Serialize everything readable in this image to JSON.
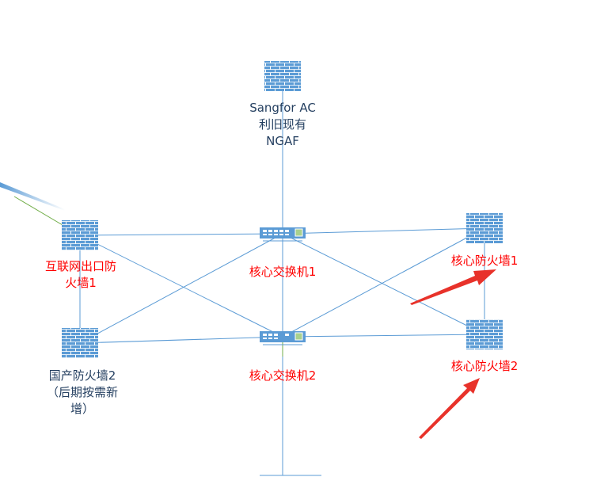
{
  "colors": {
    "link": "#5b9bd5",
    "label_red": "#ff0000",
    "label_dark": "#243f60",
    "arrow": "#e8322a",
    "uplink_green": "#70ad47"
  },
  "nodes": {
    "ac": {
      "icon": "firewall-icon",
      "lines": [
        "Sangfor AC",
        "利旧现有",
        "NGAF"
      ]
    },
    "internet_fw": {
      "icon": "firewall-icon",
      "lines": [
        "互联网出口防",
        "火墙1"
      ]
    },
    "domestic_fw": {
      "icon": "firewall-icon",
      "lines": [
        "国产防火墙2",
        "（后期按需新",
        "增）"
      ]
    },
    "core_sw1": {
      "icon": "switch-icon",
      "label": "核心交换机1"
    },
    "core_sw2": {
      "icon": "switch-icon",
      "label": "核心交换机2"
    },
    "core_fw1": {
      "icon": "firewall-icon",
      "label": "核心防火墙1"
    },
    "core_fw2": {
      "icon": "firewall-icon",
      "label": "核心防火墙2"
    }
  }
}
